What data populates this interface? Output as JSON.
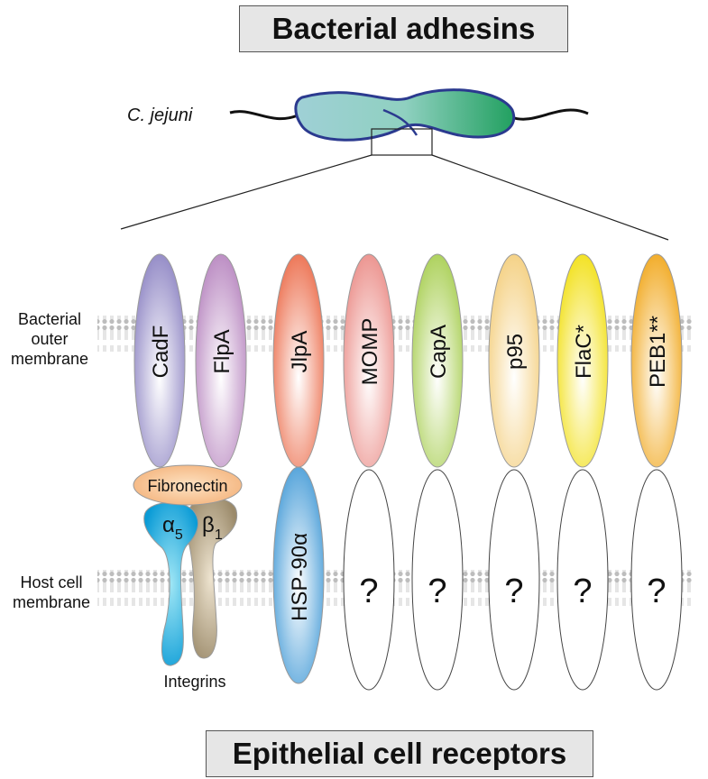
{
  "titles": {
    "top": "Bacterial adhesins",
    "bottom": "Epithelial cell receptors"
  },
  "organism": "C. jejuni",
  "membranes": {
    "bacterial_lines": [
      "Bacterial",
      "outer",
      "membrane"
    ],
    "host_lines": [
      "Host cell",
      "membrane"
    ]
  },
  "adhesins": [
    {
      "name": "CadF",
      "color": "#8f86c4"
    },
    {
      "name": "FlpA",
      "color": "#b887c0"
    },
    {
      "name": "JlpA",
      "color": "#ec6f4e"
    },
    {
      "name": "MOMP",
      "color": "#eb8f8a"
    },
    {
      "name": "CapA",
      "color": "#a9cf54"
    },
    {
      "name": "p95",
      "color": "#f4cf7f"
    },
    {
      "name": "FlaC*",
      "color": "#f2e017"
    },
    {
      "name": "PEB1**",
      "color": "#f1a81e"
    }
  ],
  "receptors": {
    "fibronectin": "Fibronectin",
    "alpha": {
      "base": "α",
      "sub": "5",
      "color": "#0a9bd6"
    },
    "beta": {
      "base": "β",
      "sub": "1",
      "color": "#a8977a"
    },
    "integrins": "Integrins",
    "hsp": {
      "name": "HSP-90α",
      "color": "#4a9ed8"
    },
    "unknown": [
      "?",
      "?",
      "?",
      "?",
      "?"
    ]
  }
}
